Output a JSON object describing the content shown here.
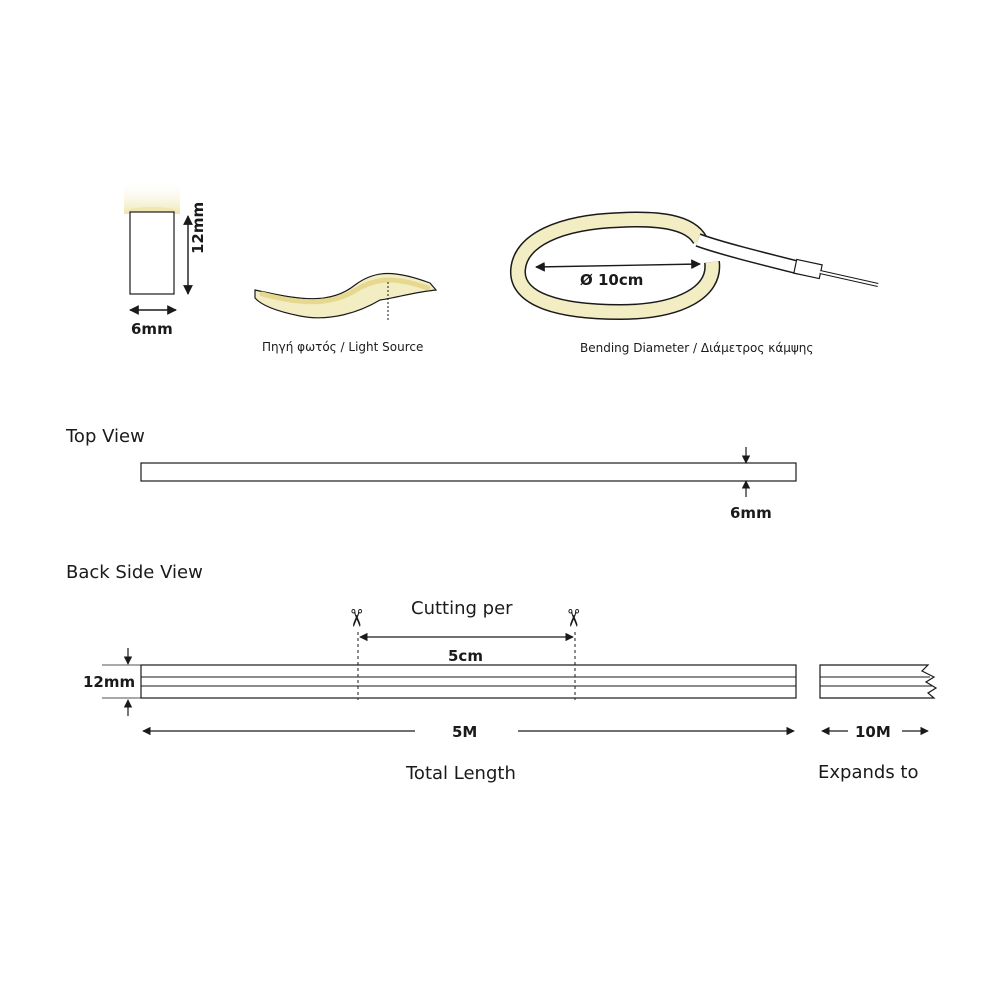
{
  "profile": {
    "height": "12mm",
    "width": "6mm"
  },
  "light_source": {
    "label": "Πηγή φωτός / Light Source"
  },
  "bending": {
    "diameter": "Ø 10cm",
    "label": "Bending Diameter / Διάμετρος κάμψης"
  },
  "top_view": {
    "title": "Top View",
    "width": "6mm"
  },
  "back_side_view": {
    "title": "Back Side View",
    "cutting_title": "Cutting per",
    "cutting_value": "5cm",
    "height": "12mm",
    "length": "5M",
    "length_label": "Total Length",
    "expand_value": "10M",
    "expand_label": "Expands to"
  },
  "colors": {
    "line": "#1a1a1a",
    "glow": "#f3edc4",
    "glow_strong": "#efe6b0",
    "fill_light": "#f7f2d6"
  }
}
